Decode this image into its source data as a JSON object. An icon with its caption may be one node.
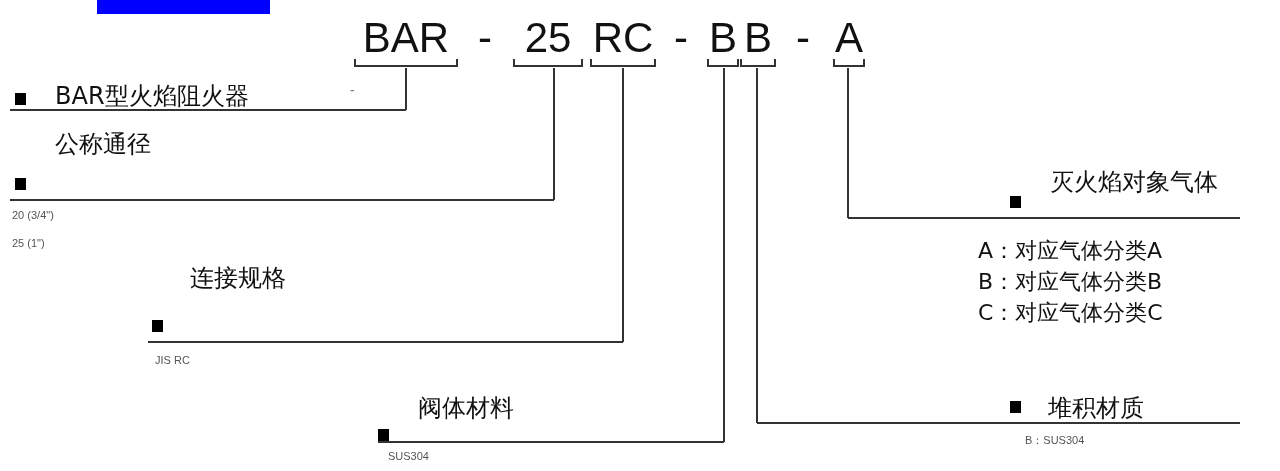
{
  "diagram": {
    "nodes": [
      {
        "text": [
          "BAR"
        ]
      },
      {
        "text": [
          "25"
        ]
      },
      {
        "text": [
          "RC"
        ]
      },
      {
        "text": [
          "B"
        ]
      },
      {
        "text": [
          "B"
        ]
      },
      {
        "text": [
          "A"
        ]
      },
      {
        "text": [
          "BAR型火焰阻火器"
        ]
      },
      {
        "text": [
          "公称通径"
        ],
        "beside": [
          "20 (3/4\")",
          "25 (1\")"
        ]
      },
      {
        "text": [
          "连接规格"
        ],
        "beside": [
          "JIS RC"
        ]
      },
      {
        "text": [
          "阀体材料"
        ],
        "beside": [
          "SUS304"
        ]
      },
      {
        "text": [
          "堆积材质"
        ],
        "beside": [
          "B：SUS304"
        ]
      },
      {
        "text": [
          "灭火焰对象气体"
        ],
        "beside": [
          "A：对应气体分类A",
          "B：对应气体分类B",
          "C：对应气体分类C"
        ]
      },
      {
        "text": [],
        "shape": "bar"
      }
    ],
    "edges": [
      {
        "from": 0,
        "to": 6,
        "arrow": "none"
      },
      {
        "from": 1,
        "to": 7,
        "arrow": "none"
      },
      {
        "from": 2,
        "to": 8,
        "arrow": "none"
      },
      {
        "from": 3,
        "to": 9,
        "arrow": "none"
      },
      {
        "from": 4,
        "to": 10,
        "arrow": "none"
      },
      {
        "from": 5,
        "to": 11,
        "arrow": "none"
      }
    ],
    "labels": [
      "-",
      "-",
      "-",
      "-"
    ]
  }
}
